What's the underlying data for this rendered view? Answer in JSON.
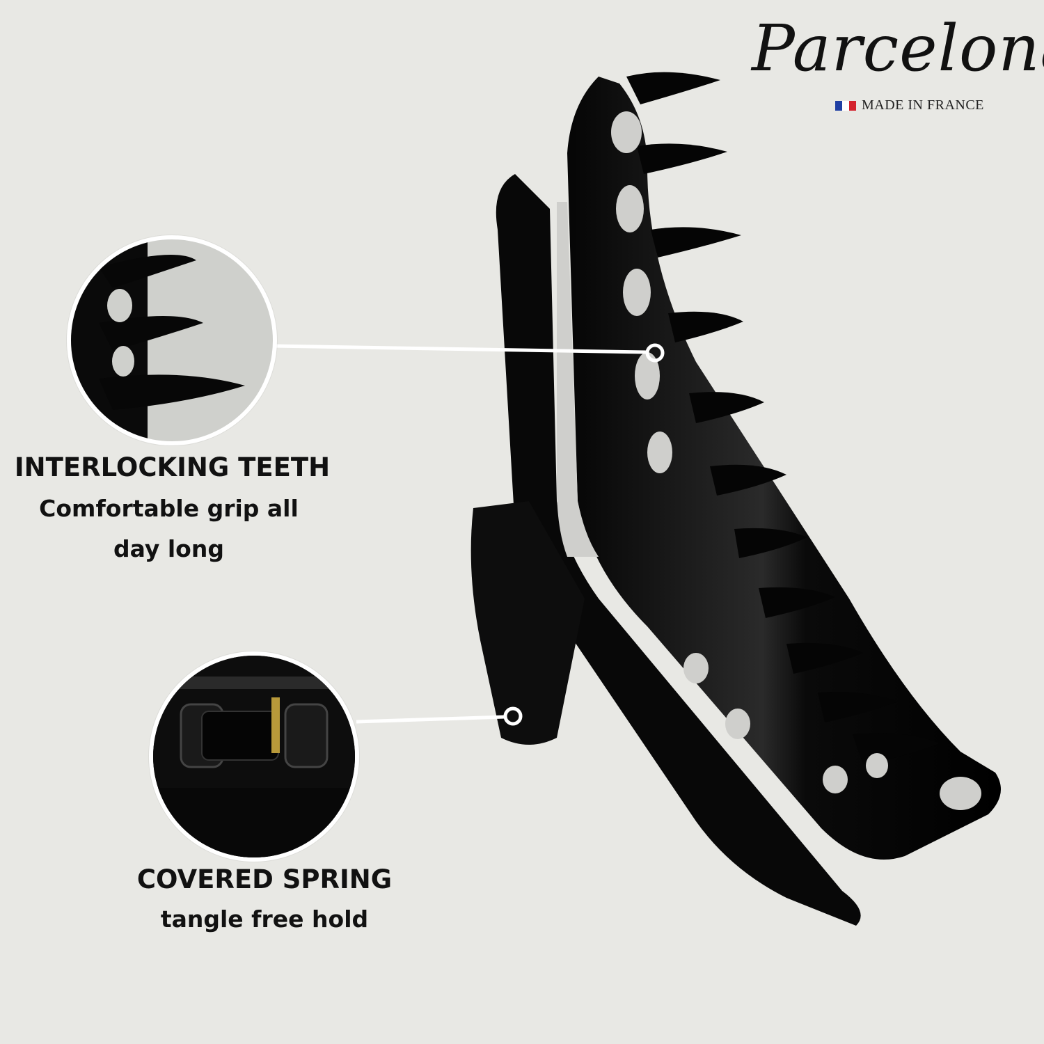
{
  "brand": {
    "name": "Parcelona",
    "origin": "MADE IN FRANCE",
    "flag_colors": [
      "#1f3fa3",
      "#ffffff",
      "#d4232e"
    ]
  },
  "colors": {
    "background": "#e8e8e4",
    "product": "#0c0c0c",
    "line": "#ffffff"
  },
  "callouts": [
    {
      "title": "INTERLOCKING TEETH",
      "subtitle_lines": [
        "Comfortable grip all",
        "day long"
      ]
    },
    {
      "title": "COVERED SPRING",
      "subtitle_lines": [
        "tangle free hold"
      ]
    }
  ]
}
